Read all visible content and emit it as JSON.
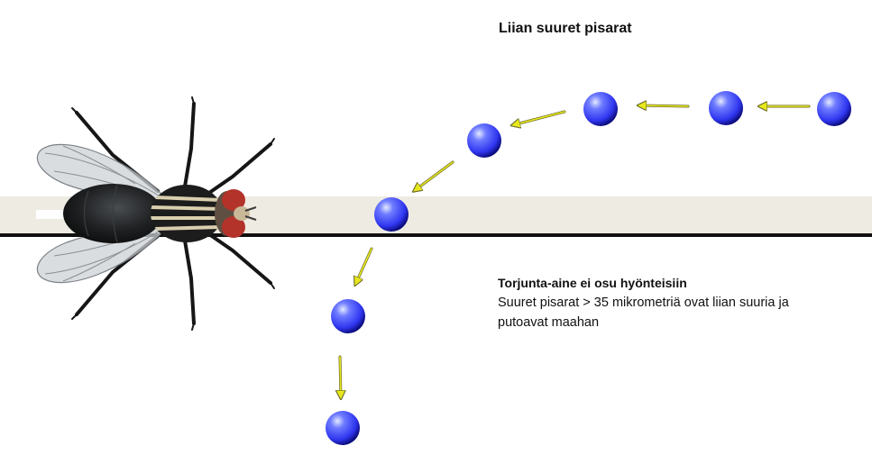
{
  "title": "Liian suuret pisarat",
  "caption": {
    "heading": "Torjunta-aine ei osu hyönteisiin",
    "lines": [
      "Suuret pisarat > 35 mikrometriä ovat liian suuria ja",
      "putoavat maahan"
    ]
  },
  "colors": {
    "droplet": "#2f36f0",
    "arrow": "#e8e81c",
    "beam": "#eeebe3",
    "surface_line": "#111111"
  }
}
